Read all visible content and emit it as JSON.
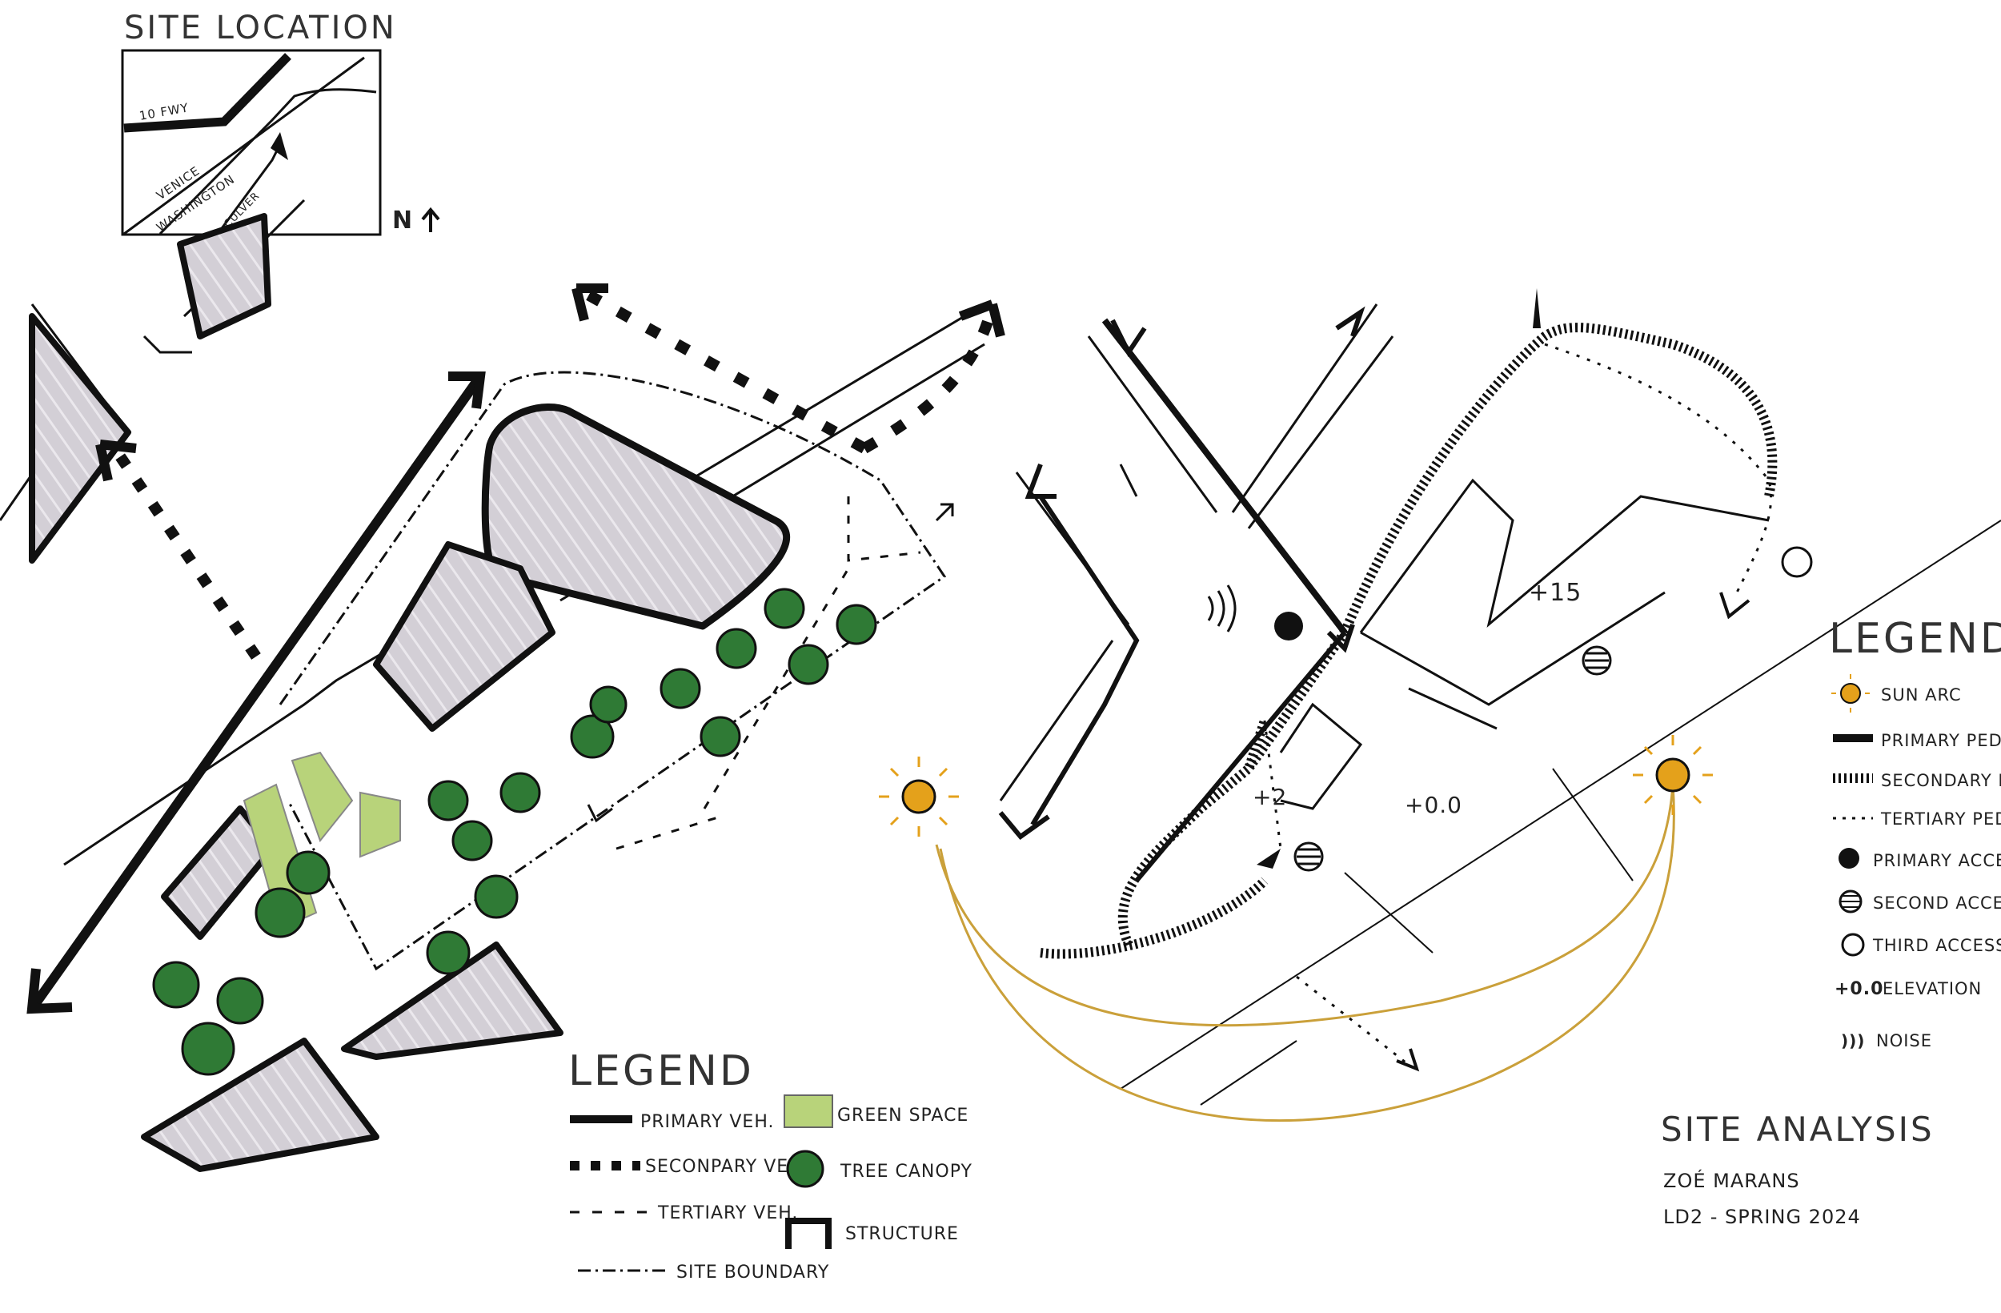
{
  "colors": {
    "ink": "#111111",
    "building_fill": "#cfcbd1",
    "green_space": "#b8d37a",
    "tree_canopy": "#2f7a35",
    "sun": "#e4a11b",
    "sun_arc": "#caa03a"
  },
  "site_location": {
    "title": "SITE LOCATION",
    "roads": [
      "10 FWY",
      "VENICE",
      "WASHINGTON",
      "CULVER"
    ],
    "north": "N"
  },
  "left_legend": {
    "title": "LEGEND",
    "items": [
      {
        "icon": "primary-vehicle-icon",
        "label": "PRIMARY VEH."
      },
      {
        "icon": "secondary-vehicle-icon",
        "label": "SECONPARY VEH."
      },
      {
        "icon": "tertiary-vehicle-icon",
        "label": "TERTIARY VEH."
      },
      {
        "icon": "site-boundary-icon",
        "label": "SITE BOUNDARY"
      },
      {
        "icon": "green-space-icon",
        "label": "GREEN SPACE"
      },
      {
        "icon": "tree-canopy-icon",
        "label": "TREE CANOPY"
      },
      {
        "icon": "structure-icon",
        "label": "STRUCTURE"
      }
    ]
  },
  "right_map": {
    "elevations": [
      "+15",
      "+2",
      "+0.0"
    ]
  },
  "right_legend": {
    "title": "LEGEND",
    "items": [
      {
        "icon": "sun-icon",
        "label": "SUN ARC"
      },
      {
        "icon": "primary-ped-icon",
        "label": "PRIMARY PED."
      },
      {
        "icon": "secondary-ped-icon",
        "label": "SECONDARY PED"
      },
      {
        "icon": "tertiary-ped-icon",
        "label": "TERTIARY PED."
      },
      {
        "icon": "primary-access-icon",
        "label": "PRIMARY ACCESS"
      },
      {
        "icon": "second-access-icon",
        "label": "SECOND ACCESS"
      },
      {
        "icon": "third-access-icon",
        "label": "THIRD ACCESS"
      },
      {
        "icon": "elevation-icon",
        "label": "ELEVATION",
        "symbol": "+0.0"
      },
      {
        "icon": "noise-icon",
        "label": "NOISE",
        "symbol": ")))"
      }
    ]
  },
  "title_block": {
    "title": "SITE ANALYSIS",
    "author": "ZOÉ   MARANS",
    "course": "LD2 - SPRING 2024"
  }
}
